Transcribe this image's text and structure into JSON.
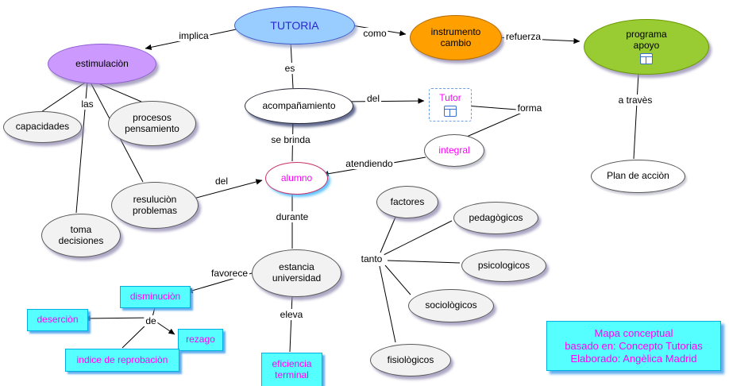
{
  "colors": {
    "tutoria_fill": "#99ccff",
    "tutoria_text": "#2929cc",
    "instrumento_fill": "#ff9f00",
    "programa_fill": "#99cc33",
    "estimulacion_fill": "#cc99ff",
    "gray_node_fill": "#f2f2f2",
    "cyan_box_fill": "#55ffff",
    "magenta_text": "#ff00ff",
    "line_color": "#000000"
  },
  "nodes": {
    "tutoria": {
      "label": "TUTORIA"
    },
    "instrumento_cambio": {
      "label": "instrumento cambio"
    },
    "programa_apoyo": {
      "label": "programa apoyo"
    },
    "estimulacion": {
      "label": "estimulaciòn"
    },
    "acompanamiento": {
      "label": "acompañamiento"
    },
    "tutor": {
      "label": "Tutor"
    },
    "integral": {
      "label": "integral"
    },
    "alumno": {
      "label": "alumno"
    },
    "capacidades": {
      "label": "capacidades"
    },
    "procesos_pensamiento": {
      "label": "procesos pensamiento"
    },
    "resolucion_problemas": {
      "label": "resuluciòn problemas"
    },
    "toma_decisiones": {
      "label": "toma decisiones"
    },
    "estancia_universidad": {
      "label": "estancia universidad"
    },
    "factores": {
      "label": "factores"
    },
    "pedagogicos": {
      "label": "pedagògicos"
    },
    "psicologicos": {
      "label": "psicologicos"
    },
    "sociologicos": {
      "label": "sociològicos"
    },
    "fisiologicos": {
      "label": "fisiològicos"
    },
    "plan_de_accion": {
      "label": "Plan de acciòn"
    },
    "disminucion": {
      "label": "disminuciòn"
    },
    "desercion": {
      "label": "deserciòn"
    },
    "rezago": {
      "label": "rezago"
    },
    "indice_reprobacion": {
      "label": "indice de reprobaciòn"
    },
    "eficiencia_terminal": {
      "label": "eficiencia terminal"
    }
  },
  "links": {
    "implica": "implica",
    "como": "como",
    "refuerza": "refuerza",
    "es": "es",
    "del_tutor": "del",
    "forma": "forma",
    "se_brinda": "se brinda",
    "atendiendo": "atendiendo",
    "las": "las",
    "del_alumno": "del",
    "durante": "durante",
    "favorece": "favorece",
    "de": "de",
    "eleva": "eleva",
    "tanto": "tanto",
    "a_traves": "a travès"
  },
  "info_box": {
    "line1": "Mapa conceptual",
    "line2": "basado en: Concepto  Tutorias",
    "line3": "Elaborado: Angèlica Madrid"
  },
  "icons": {
    "attached_resource": "table-grid-resource-icon"
  }
}
